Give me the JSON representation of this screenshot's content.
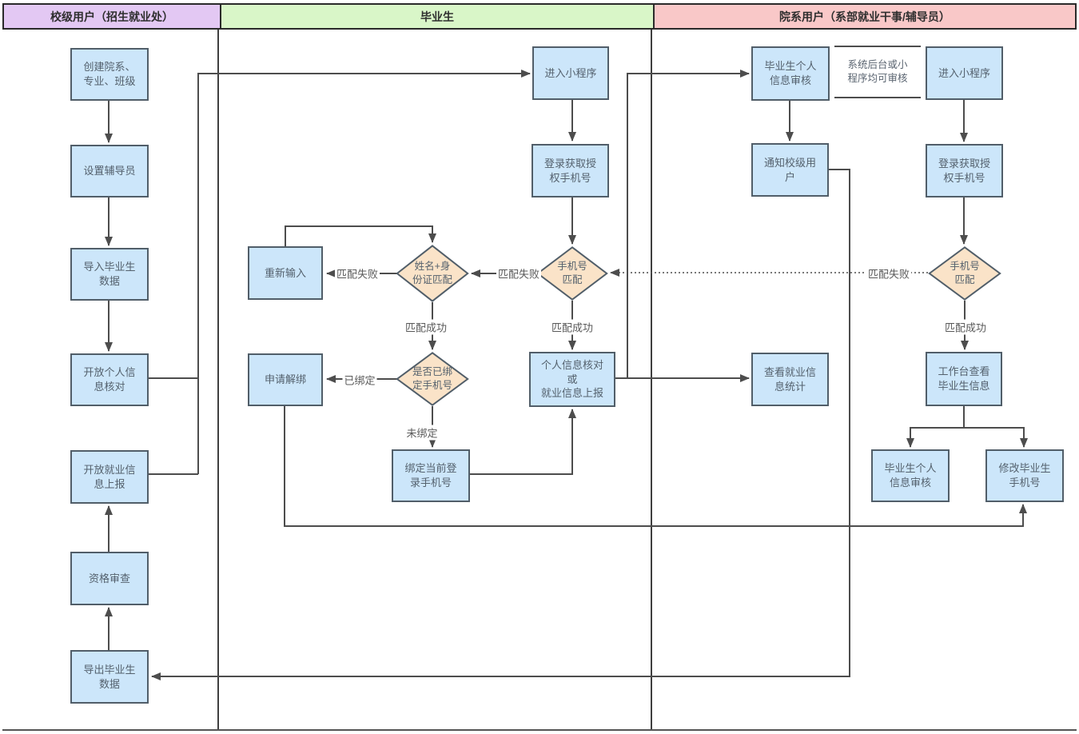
{
  "lanes": {
    "school": {
      "label": "校级用户（招生就业处）"
    },
    "graduate": {
      "label": "毕业生"
    },
    "department": {
      "label": "院系用户（系部就业干事/辅导员）"
    }
  },
  "nodes": {
    "create_depts": {
      "label": "创建院系、\n专业、班级"
    },
    "set_counselor": {
      "label": "设置辅导员"
    },
    "import_graduates": {
      "label": "导入毕业生\n数据"
    },
    "open_info_check": {
      "label": "开放个人信\n息核对"
    },
    "open_employment_report": {
      "label": "开放就业信\n息上报"
    },
    "qualification_review": {
      "label": "资格审查"
    },
    "export_graduates": {
      "label": "导出毕业生\n数据"
    },
    "enter_miniprogram_graduate": {
      "label": "进入小程序"
    },
    "login_auth_phone_graduate": {
      "label": "登录获取授\n权手机号"
    },
    "phone_match_graduate": {
      "label": "手机号\n匹配"
    },
    "name_id_match": {
      "label": "姓名+身\n份证匹配"
    },
    "re_enter": {
      "label": "重新输入"
    },
    "apply_unbind": {
      "label": "申请解绑"
    },
    "bound_check": {
      "label": "是否已绑\n定手机号"
    },
    "bind_current_phone": {
      "label": "绑定当前登\n录手机号"
    },
    "info_check_or_report": {
      "label": "个人信息核对\n或\n就业信息上报"
    },
    "grad_info_review_top": {
      "label": "毕业生个人\n信息审核"
    },
    "review_note": {
      "label": "系统后台或小\n程序均可审核"
    },
    "enter_miniprogram_dept": {
      "label": "进入小程序"
    },
    "notify_school_user": {
      "label": "通知校级用\n户"
    },
    "login_auth_phone_dept": {
      "label": "登录获取授\n权手机号"
    },
    "phone_match_dept": {
      "label": "手机号\n匹配"
    },
    "view_employment_stats": {
      "label": "查看就业信\n息统计"
    },
    "workbench_view_grad_info": {
      "label": "工作台查看\n毕业生信息"
    },
    "grad_info_review_bottom": {
      "label": "毕业生个人\n信息审核"
    },
    "modify_grad_phone": {
      "label": "修改毕业生\n手机号"
    }
  },
  "edge_labels": {
    "reenter_fail": "匹配失败",
    "mid_fail": "匹配失败",
    "name_success": "匹配成功",
    "phone_success_mid": "匹配成功",
    "bound_yes": "已绑定",
    "bound_no": "未绑定",
    "right_fail": "匹配失败",
    "phone_success_right": "匹配成功"
  },
  "colors": {
    "lane_school": "#e3c8f3",
    "lane_graduate": "#d9f6c8",
    "lane_department": "#f9c8c8",
    "process_fill": "#cce6fa",
    "decision_fill": "#fae3c8",
    "shape_border": "#515e69",
    "line": "#4d4d4d"
  }
}
